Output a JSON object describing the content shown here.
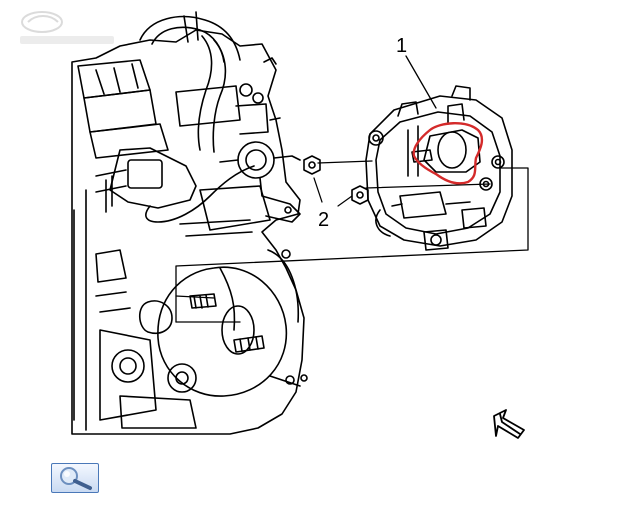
{
  "diagram": {
    "callouts": [
      {
        "id": "1",
        "label": "1"
      },
      {
        "id": "2",
        "label": "2"
      }
    ],
    "highlight_color": "#d42a2a",
    "line_color": "#000000"
  },
  "controls": {
    "zoom_icon": "magnifier-icon",
    "orientation_icon": "arrow-icon"
  }
}
